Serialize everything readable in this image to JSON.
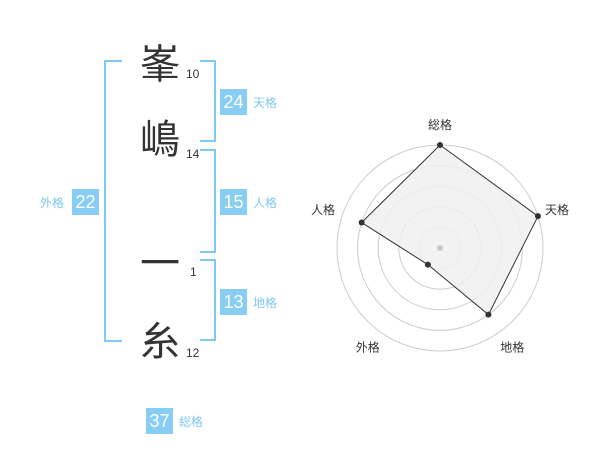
{
  "name": {
    "characters": [
      {
        "char": "峯",
        "strokes": "10"
      },
      {
        "char": "嶋",
        "strokes": "14"
      },
      {
        "char": "一",
        "strokes": "1"
      },
      {
        "char": "糸",
        "strokes": "12"
      }
    ]
  },
  "scores": {
    "tenkaku": {
      "value": "24",
      "label": "天格"
    },
    "jinkaku": {
      "value": "15",
      "label": "人格"
    },
    "chikaku": {
      "value": "13",
      "label": "地格"
    },
    "gaikaku": {
      "value": "22",
      "label": "外格"
    },
    "soukaku": {
      "value": "37",
      "label": "総格"
    }
  },
  "radar": {
    "axes": [
      "総格",
      "天格",
      "地格",
      "外格",
      "人格"
    ],
    "levels": 5,
    "values": [
      5,
      5,
      4,
      1,
      4
    ],
    "max": 5,
    "colors": {
      "fill": "#f0f0f0",
      "stroke": "#333333",
      "grid": "#cccccc",
      "point": "#333333",
      "center": "#c8c8c8"
    }
  },
  "colors": {
    "accent": "#88cdf3",
    "bracket": "#7ec8f2",
    "text": "#333333"
  }
}
